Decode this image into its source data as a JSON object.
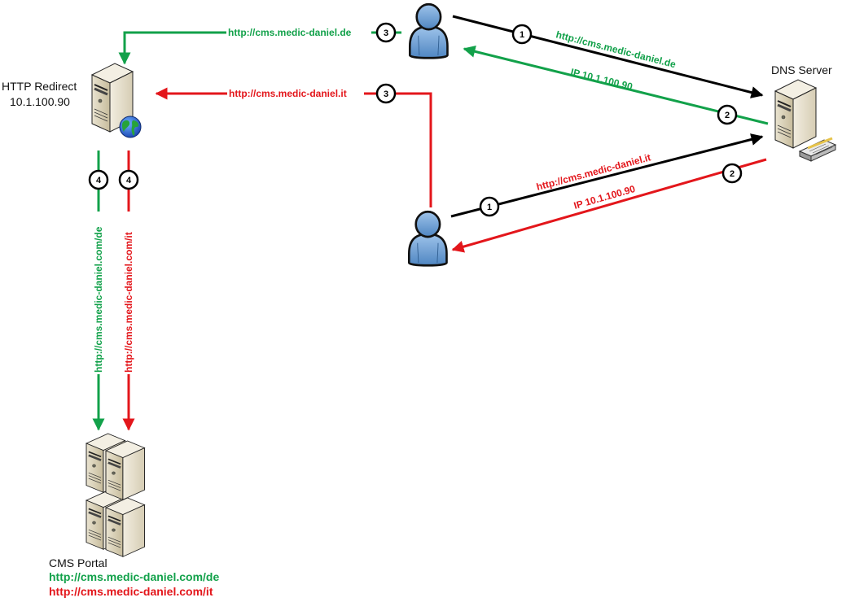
{
  "colors": {
    "german": "#12a14a",
    "italian": "#e3161b",
    "request": "#000000"
  },
  "nodes": {
    "http_redirect": {
      "name": "HTTP Redirect",
      "ip": "10.1.100.90",
      "icon": "web-server-icon"
    },
    "dns_server": {
      "name": "DNS Server",
      "icon": "dns-server-icon"
    },
    "user_de": {
      "icon": "user-icon"
    },
    "user_it": {
      "icon": "user-icon"
    },
    "cms_portal": {
      "name": "CMS Portal",
      "url_de": "http://cms.medic-daniel.com/de",
      "url_it": "http://cms.medic-daniel.com/it",
      "icon": "server-cluster-icon"
    }
  },
  "flows": {
    "de_step1": {
      "step": "1",
      "label": "http://cms.medic-daniel.de"
    },
    "de_step2": {
      "step": "2",
      "label": "IP 10.1.100.90"
    },
    "de_step3": {
      "step": "3",
      "label": "http://cms.medic-daniel.de"
    },
    "de_step4": {
      "step": "4",
      "label": "http://cms.medic-daniel.com/de"
    },
    "it_step1": {
      "step": "1",
      "label": "http://cms.medic-daniel.it"
    },
    "it_step2": {
      "step": "2",
      "label": "IP 10.1.100.90"
    },
    "it_step3": {
      "step": "3",
      "label": "http://cms.medic-daniel.it"
    },
    "it_step4": {
      "step": "4",
      "label": "http://cms.medic-daniel.com/it"
    }
  }
}
